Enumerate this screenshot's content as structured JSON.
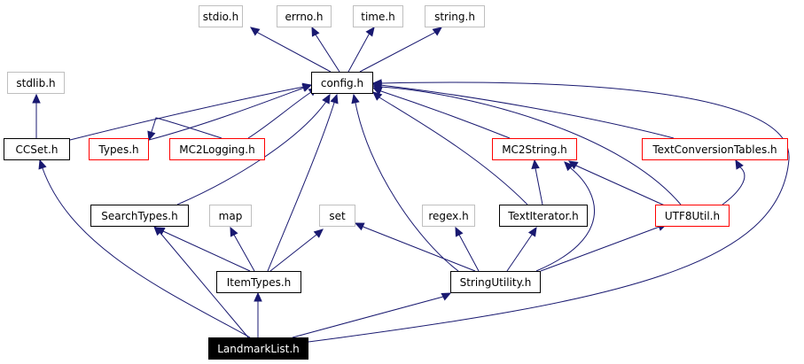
{
  "diagram": {
    "nodes": [
      {
        "id": "stdio",
        "label": "stdio.h",
        "style": "external"
      },
      {
        "id": "errno",
        "label": "errno.h",
        "style": "external"
      },
      {
        "id": "time",
        "label": "time.h",
        "style": "external"
      },
      {
        "id": "string",
        "label": "string.h",
        "style": "external"
      },
      {
        "id": "stdlib",
        "label": "stdlib.h",
        "style": "external"
      },
      {
        "id": "config",
        "label": "config.h",
        "style": "normal"
      },
      {
        "id": "ccset",
        "label": "CCSet.h",
        "style": "normal"
      },
      {
        "id": "types",
        "label": "Types.h",
        "style": "incomplete"
      },
      {
        "id": "mc2logging",
        "label": "MC2Logging.h",
        "style": "incomplete"
      },
      {
        "id": "mc2string",
        "label": "MC2String.h",
        "style": "incomplete"
      },
      {
        "id": "textconv",
        "label": "TextConversionTables.h",
        "style": "incomplete"
      },
      {
        "id": "searchtypes",
        "label": "SearchTypes.h",
        "style": "normal"
      },
      {
        "id": "map",
        "label": "map",
        "style": "external"
      },
      {
        "id": "set",
        "label": "set",
        "style": "external"
      },
      {
        "id": "regex",
        "label": "regex.h",
        "style": "external"
      },
      {
        "id": "textiterator",
        "label": "TextIterator.h",
        "style": "normal"
      },
      {
        "id": "utf8util",
        "label": "UTF8Util.h",
        "style": "incomplete"
      },
      {
        "id": "itemtypes",
        "label": "ItemTypes.h",
        "style": "normal"
      },
      {
        "id": "stringutility",
        "label": "StringUtility.h",
        "style": "normal"
      },
      {
        "id": "landmarklist",
        "label": "LandmarkList.h",
        "style": "root"
      }
    ],
    "edges": [
      {
        "from": "config",
        "to": "stdio"
      },
      {
        "from": "config",
        "to": "errno"
      },
      {
        "from": "config",
        "to": "time"
      },
      {
        "from": "config",
        "to": "string"
      },
      {
        "from": "ccset",
        "to": "stdlib"
      },
      {
        "from": "ccset",
        "to": "config"
      },
      {
        "from": "types",
        "to": "config"
      },
      {
        "from": "mc2logging",
        "to": "config"
      },
      {
        "from": "mc2logging",
        "to": "types"
      },
      {
        "from": "mc2string",
        "to": "config"
      },
      {
        "from": "textconv",
        "to": "config"
      },
      {
        "from": "searchtypes",
        "to": "config"
      },
      {
        "from": "itemtypes",
        "to": "config"
      },
      {
        "from": "itemtypes",
        "to": "searchtypes"
      },
      {
        "from": "itemtypes",
        "to": "map"
      },
      {
        "from": "itemtypes",
        "to": "set"
      },
      {
        "from": "textiterator",
        "to": "config"
      },
      {
        "from": "textiterator",
        "to": "mc2string"
      },
      {
        "from": "utf8util",
        "to": "config"
      },
      {
        "from": "utf8util",
        "to": "mc2string"
      },
      {
        "from": "utf8util",
        "to": "textconv"
      },
      {
        "from": "stringutility",
        "to": "config"
      },
      {
        "from": "stringutility",
        "to": "set"
      },
      {
        "from": "stringutility",
        "to": "regex"
      },
      {
        "from": "stringutility",
        "to": "textiterator"
      },
      {
        "from": "stringutility",
        "to": "mc2string"
      },
      {
        "from": "stringutility",
        "to": "utf8util"
      },
      {
        "from": "landmarklist",
        "to": "ccset"
      },
      {
        "from": "landmarklist",
        "to": "searchtypes"
      },
      {
        "from": "landmarklist",
        "to": "itemtypes"
      },
      {
        "from": "landmarklist",
        "to": "stringutility"
      },
      {
        "from": "landmarklist",
        "to": "config"
      }
    ]
  }
}
